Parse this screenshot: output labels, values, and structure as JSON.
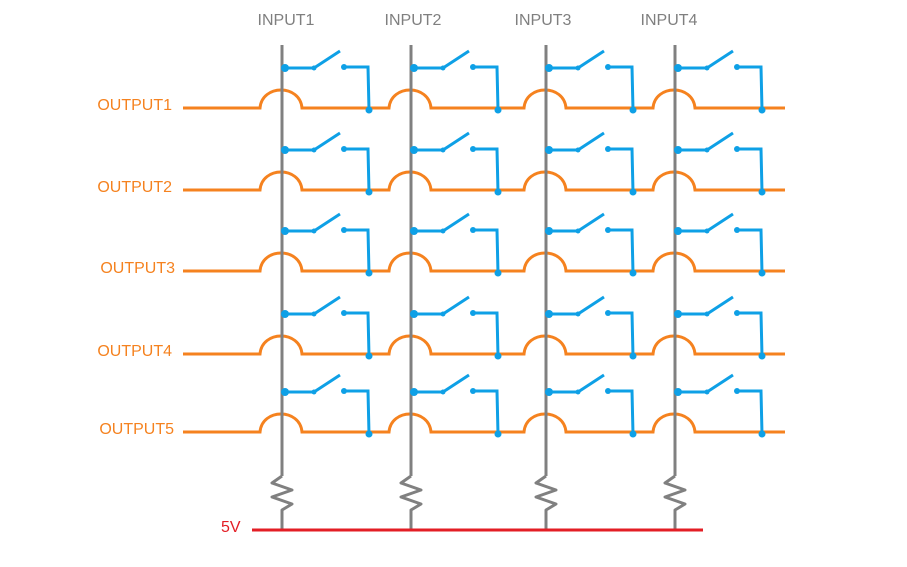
{
  "inputs": [
    "INPUT1",
    "INPUT2",
    "INPUT3",
    "INPUT4"
  ],
  "outputs": [
    "OUTPUT1",
    "OUTPUT2",
    "OUTPUT3",
    "OUTPUT4",
    "OUTPUT5"
  ],
  "supply_label": "5V",
  "colors": {
    "input_line": "#808080",
    "output_line": "#f5821f",
    "switch": "#0ea0e6",
    "supply": "#e31e25"
  }
}
